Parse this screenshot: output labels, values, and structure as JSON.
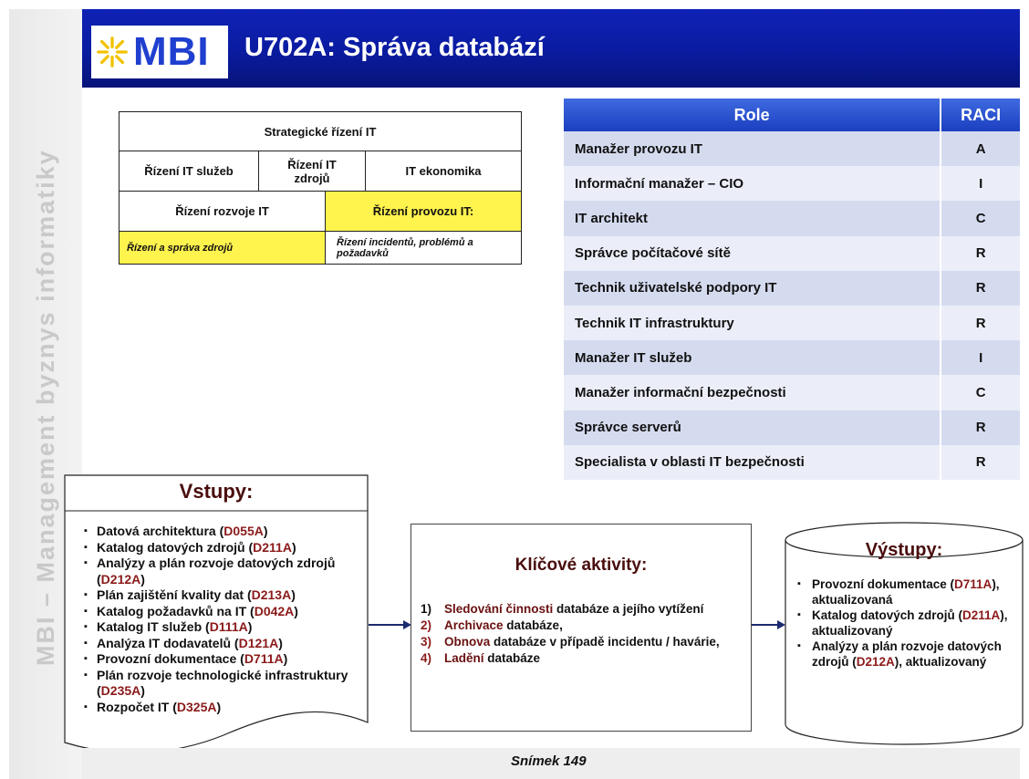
{
  "side_text": "MBI – Management byznys informatiky",
  "logo_text": "MBI",
  "title": "U702A: Správa databází",
  "process_map": {
    "strategic": "Strategické řízení IT",
    "services": "Řízení IT služeb",
    "resources": "Řízení IT zdrojů",
    "economics": "IT ekonomika",
    "development": "Řízení rozvoje IT",
    "operations": "Řízení provozu IT:",
    "resource_mgmt": "Řízení a správa zdrojů",
    "incidents": "Řízení incidentů, problémů a požadavků"
  },
  "raci": {
    "header_role": "Role",
    "header_raci": "RACI",
    "rows": [
      {
        "role": "Manažer provozu IT",
        "value": "A"
      },
      {
        "role": "Informační manažer – CIO",
        "value": "I"
      },
      {
        "role": "IT architekt",
        "value": "C"
      },
      {
        "role": "Správce počítačové sítě",
        "value": "R"
      },
      {
        "role": "Technik uživatelské podpory IT",
        "value": "R"
      },
      {
        "role": "Technik IT infrastruktury",
        "value": "R"
      },
      {
        "role": "Manažer IT služeb",
        "value": "I"
      },
      {
        "role": "Manažer informační bezpečnosti",
        "value": "C"
      },
      {
        "role": "Správce serverů",
        "value": "R"
      },
      {
        "role": "Specialista v oblasti IT bezpečnosti",
        "value": "R"
      }
    ]
  },
  "inputs": {
    "title": "Vstupy:",
    "items": [
      {
        "text": "Datová architektura (",
        "code": "D055A",
        "tail": ")"
      },
      {
        "text": "Katalog datových zdrojů (",
        "code": "D211A",
        "tail": ")"
      },
      {
        "text": "Analýzy  a plán rozvoje datových zdrojů (",
        "code": "D212A",
        "tail": ")"
      },
      {
        "text": "Plán zajištění kvality dat (",
        "code": "D213A",
        "tail": ")"
      },
      {
        "text": "Katalog požadavků na IT (",
        "code": "D042A",
        "tail": ")"
      },
      {
        "text": "Katalog IT služeb (",
        "code": "D111A",
        "tail": ")"
      },
      {
        "text": "Analýza  IT dodavatelů (",
        "code": "D121A",
        "tail": ")"
      },
      {
        "text": "Provozní dokumentace (",
        "code": "D711A",
        "tail": ")"
      },
      {
        "text": "Plán rozvoje technologické infrastruktury (",
        "code": "D235A",
        "tail": ")"
      },
      {
        "text": "Rozpočet IT (",
        "code": "D325A",
        "tail": ")"
      }
    ]
  },
  "activities": {
    "title": "Klíčové aktivity:",
    "items": [
      {
        "num": "1)",
        "hl": "Sledování činnosti",
        "rest": " databáze a jejího vytížení"
      },
      {
        "num": "2)",
        "hl": "Archivace",
        "rest": " databáze,"
      },
      {
        "num": "3)",
        "hl": "Obnova",
        "rest": " databáze v případě incidentu / havárie,"
      },
      {
        "num": "4)",
        "hl": "Ladění",
        "rest": " databáze"
      }
    ]
  },
  "outputs": {
    "title": "Výstupy:",
    "items": [
      {
        "text": "Provozní dokumentace (",
        "code": "D711A",
        "tail": "), aktualizovaná"
      },
      {
        "text": "Katalog datových zdrojů (",
        "code": "D211A",
        "tail": "), aktualizovaný"
      },
      {
        "text": "Analýzy  a plán rozvoje datových zdrojů (",
        "code": "D212A",
        "tail": "), aktualizovaný"
      }
    ]
  },
  "footer": "Snímek  149",
  "colors": {
    "header_blue": "#0f22b6",
    "highlight_yellow": "#fff34d",
    "code_red": "#8b1a1a"
  }
}
